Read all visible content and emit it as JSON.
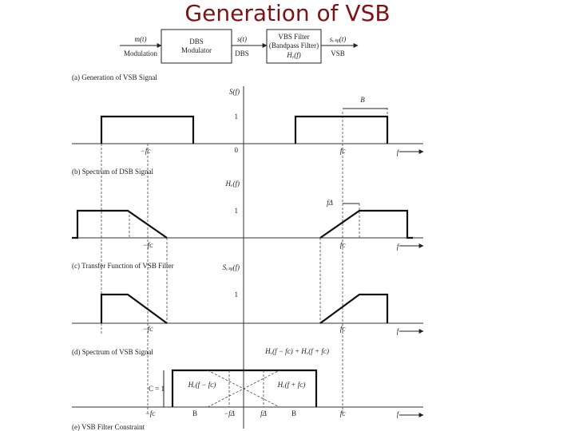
{
  "slide_title": "Generation of VSB",
  "block": {
    "input_signal": "m(t)",
    "input_label": "Modulation",
    "dbs_box_line1": "DBS",
    "dbs_box_line2": "Modulator",
    "mid_signal": "s(t)",
    "mid_label": "DBS",
    "filter_line1": "VBS Filter",
    "filter_line2": "(Bandpass Filter)",
    "filter_line3": "Hᵥ(f)",
    "output_signal": "sᵥₛᵦ(t)",
    "output_label": "VSB"
  },
  "captions": {
    "a": "(a) Generation of VSB Signal",
    "b": "(b) Spectrum of DSB Signal",
    "c": "(c) Transfer Function of VSB Filter",
    "d": "(d) Spectrum of VSB Signal",
    "e": "(e) VSB Filter Constraint"
  },
  "panel_b": {
    "ylabel": "S(f)",
    "one": "1",
    "zero": "0",
    "neg_fc": "−fᴄ",
    "fc": "fᴄ",
    "f": "f",
    "B": "B"
  },
  "panel_c": {
    "ylabel": "Hᵥ(f)",
    "one": "1",
    "neg_fc": "−fᴄ",
    "fc": "fᴄ",
    "fa": "fΔ",
    "f": "f"
  },
  "panel_d": {
    "ylabel": "Sᵥₛᵦ(f)",
    "one": "1",
    "neg_fc": "−fᴄ",
    "fc": "fᴄ",
    "f": "f"
  },
  "panel_e": {
    "sum_label": "Hᵥ(f − fᴄ) + Hᵥ(f + fᴄ)",
    "c_label": "C = 1",
    "left_label": "Hᵥ(f − fᴄ)",
    "right_label": "Hᵥ(f + fᴄ)",
    "neg_fc": "−fᴄ",
    "negB": "B",
    "neg_fa": "−fΔ",
    "fa": "fΔ",
    "posB": "B",
    "fc": "fᴄ",
    "f": "f"
  }
}
